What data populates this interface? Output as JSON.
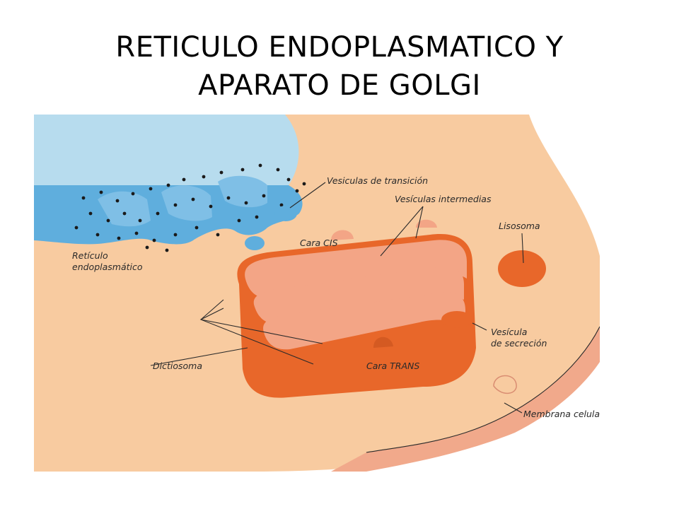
{
  "title": {
    "line1": "RETICULO ENDOPLASMATICO Y",
    "line2": "APARATO DE GOLGI"
  },
  "labels": {
    "vesiculas_transicion": "Vesiculas de transición",
    "vesiculas_intermedias": "Vesículas intermedias",
    "lisosoma": "Lisosoma",
    "cara_cis": "Cara CIS",
    "reticulo_line1": "Retículo",
    "reticulo_line2": "endoplasmático",
    "vesicula_secrecion_line1": "Vesícula",
    "vesicula_secrecion_line2": "de secreción",
    "dictiosoma": "Dictiosoma",
    "cara_trans": "Cara TRANS",
    "membrana_celular": "Membrana celular"
  },
  "colors": {
    "cytoplasm": "#f8cba0",
    "membrane": "#f1a98b",
    "nucleus": "#b7dcee",
    "er": "#5faedd",
    "golgi_dark": "#e8672a",
    "golgi_light": "#f3a586",
    "lysosome": "#e8672a"
  }
}
